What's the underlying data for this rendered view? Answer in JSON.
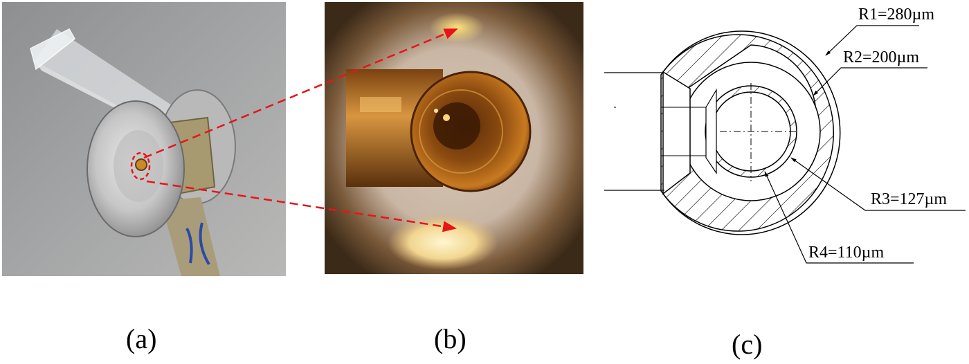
{
  "panels": [
    {
      "caption": "(a)"
    },
    {
      "caption": "(b)"
    },
    {
      "caption": "(c)"
    }
  ],
  "dimensions": {
    "r1": "R1=280µm",
    "r2": "R2=200µm",
    "r3": "R3=127µm",
    "r4": "R4=110µm"
  },
  "colors": {
    "arrow": "#e8141a",
    "photo_a_background": "#9a9b9c",
    "photo_b_background": "#c7b4a3",
    "fiber_amber": "#c9761c"
  }
}
